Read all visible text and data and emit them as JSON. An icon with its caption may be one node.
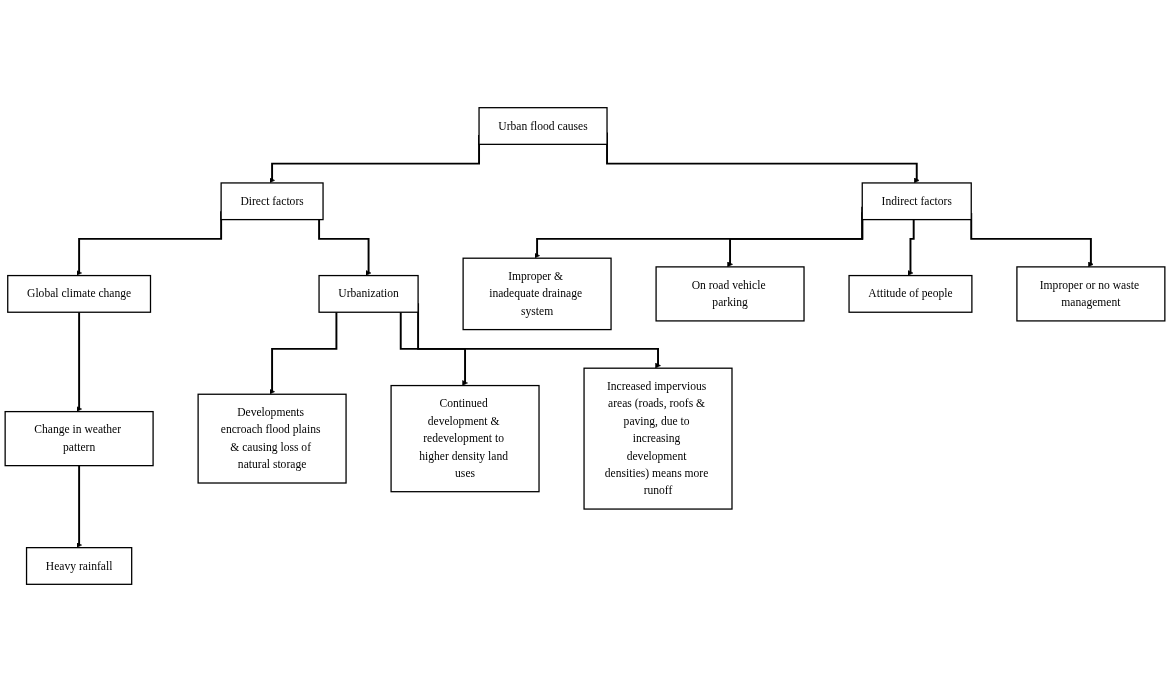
{
  "diagram": {
    "nodes": [
      {
        "text": [
          "Urban flood causes"
        ]
      },
      {
        "text": [
          "Direct factors"
        ]
      },
      {
        "text": [
          "Indirect factors"
        ]
      },
      {
        "text": [
          "Global climate change"
        ]
      },
      {
        "text": [
          "Urbanization"
        ]
      },
      {
        "text": [
          "Change in weather pattern"
        ]
      },
      {
        "text": [
          "Heavy rainfall"
        ]
      },
      {
        "text": [
          "Developments encroach flood plains & causing loss of natural storage"
        ]
      },
      {
        "text": [
          "Continued development & redevelopment to higher density land uses"
        ]
      },
      {
        "text": [
          "Increased impervious areas (roads, roofs & paving, due to increasing development densities) means more runoff"
        ]
      },
      {
        "text": [
          "Improper & inadequate drainage system"
        ]
      },
      {
        "text": [
          "On road vehicle parking"
        ]
      },
      {
        "text": [
          "Attitude of people"
        ]
      },
      {
        "text": [
          "Improper or no waste management"
        ]
      }
    ],
    "edges": [
      {
        "from": 0,
        "to": 1,
        "arrow": "to"
      },
      {
        "from": 0,
        "to": 2,
        "arrow": "to"
      },
      {
        "from": 1,
        "to": 3,
        "arrow": "to"
      },
      {
        "from": 1,
        "to": 4,
        "arrow": "to"
      },
      {
        "from": 3,
        "to": 5,
        "arrow": "to"
      },
      {
        "from": 5,
        "to": 6,
        "arrow": "to"
      },
      {
        "from": 4,
        "to": 7,
        "arrow": "to"
      },
      {
        "from": 4,
        "to": 8,
        "arrow": "to"
      },
      {
        "from": 4,
        "to": 9,
        "arrow": "to"
      },
      {
        "from": 2,
        "to": 10,
        "arrow": "to"
      },
      {
        "from": 2,
        "to": 11,
        "arrow": "to"
      },
      {
        "from": 2,
        "to": 12,
        "arrow": "to"
      },
      {
        "from": 2,
        "to": 13,
        "arrow": "to"
      }
    ]
  }
}
